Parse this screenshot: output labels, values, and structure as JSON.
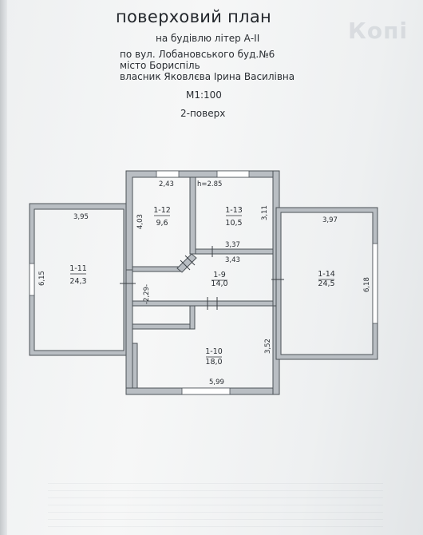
{
  "header": {
    "title": "поверховий план",
    "subtitle": "на будівлю літер А-ІІ",
    "address": "по вул. Лобановського буд.№6",
    "city": "місто  Бориспіль",
    "owner": "власник Яковлєва Ірина Василівна",
    "scale": "М1:100",
    "floor": "2-поверх",
    "stamp": "Копі"
  },
  "plan": {
    "height_note": "h=2.85",
    "rooms": [
      {
        "id": "1-11",
        "area": "24,3"
      },
      {
        "id": "1-12",
        "area": "9,6"
      },
      {
        "id": "1-13",
        "area": "10,5"
      },
      {
        "id": "1-9",
        "area": "14,0"
      },
      {
        "id": "1-14",
        "area": "24,5"
      },
      {
        "id": "1-10",
        "area": "18,0"
      }
    ],
    "dimensions": {
      "r11_width": "3,95",
      "r11_height": "6,15",
      "r12_width": "2,43",
      "r12_height": "4,03",
      "r13_height": "3,11",
      "r13_bottom_outer": "3,37",
      "r13_bottom_inner": "3,43",
      "r14_width": "3,97",
      "r14_height": "6,18",
      "r9_left": "-2,29-",
      "r10_height": "3,52",
      "r10_width": "5,99"
    }
  }
}
